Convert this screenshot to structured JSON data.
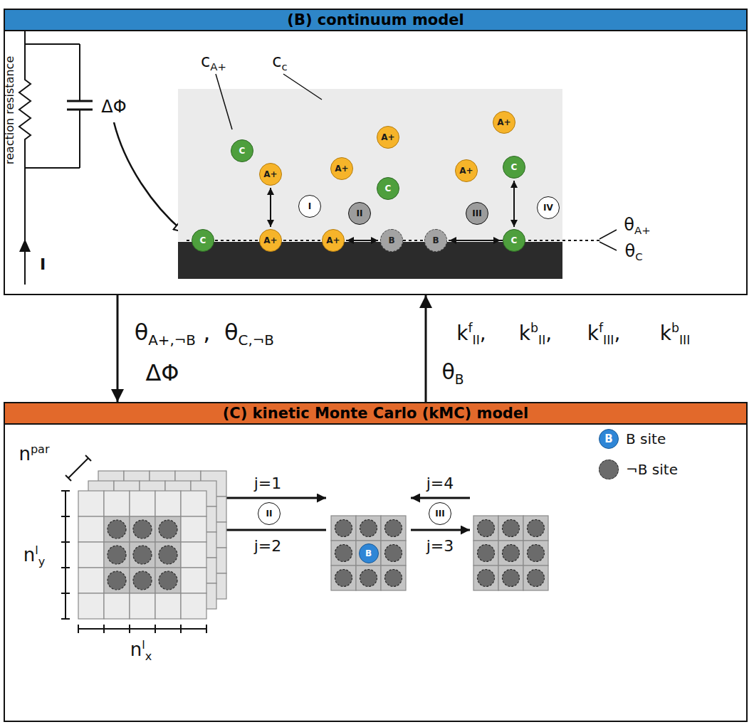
{
  "diagram": {
    "nodes": [
      {
        "text": [
          "(B) continuum model"
        ]
      },
      {
        "text": [
          "(C) kinetic Monte Carlo (kMC) model"
        ]
      },
      {
        "text": [
          "C"
        ],
        "in": 0
      },
      {
        "text": [
          "A+"
        ],
        "in": 0
      },
      {
        "text": [
          "A+"
        ],
        "in": 0
      },
      {
        "text": [
          "A+"
        ],
        "in": 0
      },
      {
        "text": [
          "C"
        ],
        "in": 0
      },
      {
        "text": [
          "A+"
        ],
        "in": 0
      },
      {
        "text": [
          "A+"
        ],
        "in": 0
      },
      {
        "text": [
          "C"
        ],
        "in": 0
      },
      {
        "text": [
          "I"
        ],
        "in": 0
      },
      {
        "text": [
          "II"
        ],
        "in": 0
      },
      {
        "text": [
          "III"
        ],
        "in": 0
      },
      {
        "text": [
          "IV"
        ],
        "in": 0
      },
      {
        "text": [
          "C"
        ],
        "in": 0
      },
      {
        "text": [
          "A+"
        ],
        "in": 0
      },
      {
        "text": [
          "A+"
        ],
        "in": 0
      },
      {
        "text": [
          "B"
        ],
        "in": 0
      },
      {
        "text": [
          "B"
        ],
        "in": 0
      },
      {
        "text": [
          "C"
        ],
        "in": 0
      },
      {
        "text": [
          "II"
        ],
        "in": 1
      },
      {
        "text": [
          "III"
        ],
        "in": 1
      },
      {
        "text": [
          "B"
        ],
        "in": 1
      }
    ],
    "edges": [
      {
        "from": 3,
        "to": 15,
        "arrow": "both"
      },
      {
        "from": 16,
        "to": 17,
        "arrow": "both"
      },
      {
        "from": 18,
        "to": 19,
        "arrow": "both"
      },
      {
        "from": 9,
        "to": 19,
        "arrow": "both"
      },
      {
        "from": 0,
        "to": 1,
        "arrow": "to"
      },
      {
        "from": 1,
        "to": 0,
        "arrow": "to"
      }
    ],
    "labels": [
      "reaction resistance",
      "ΔΦ",
      "I",
      "cA+",
      "cc",
      "θA+",
      "θC",
      "θA+,¬B ,",
      "θC,¬B",
      "ΔΦ",
      "kfII,",
      "kbII,",
      "kfIII,",
      "kbIII",
      "θB",
      "npar",
      "nly",
      "nlx",
      "j=1",
      "j=2",
      "j=4",
      "j=3",
      "B"
    ],
    "legend": [
      {
        "text": "B site",
        "color": "#2f86d6"
      },
      {
        "text": "¬B site",
        "color": "#6b6b6b"
      }
    ]
  }
}
